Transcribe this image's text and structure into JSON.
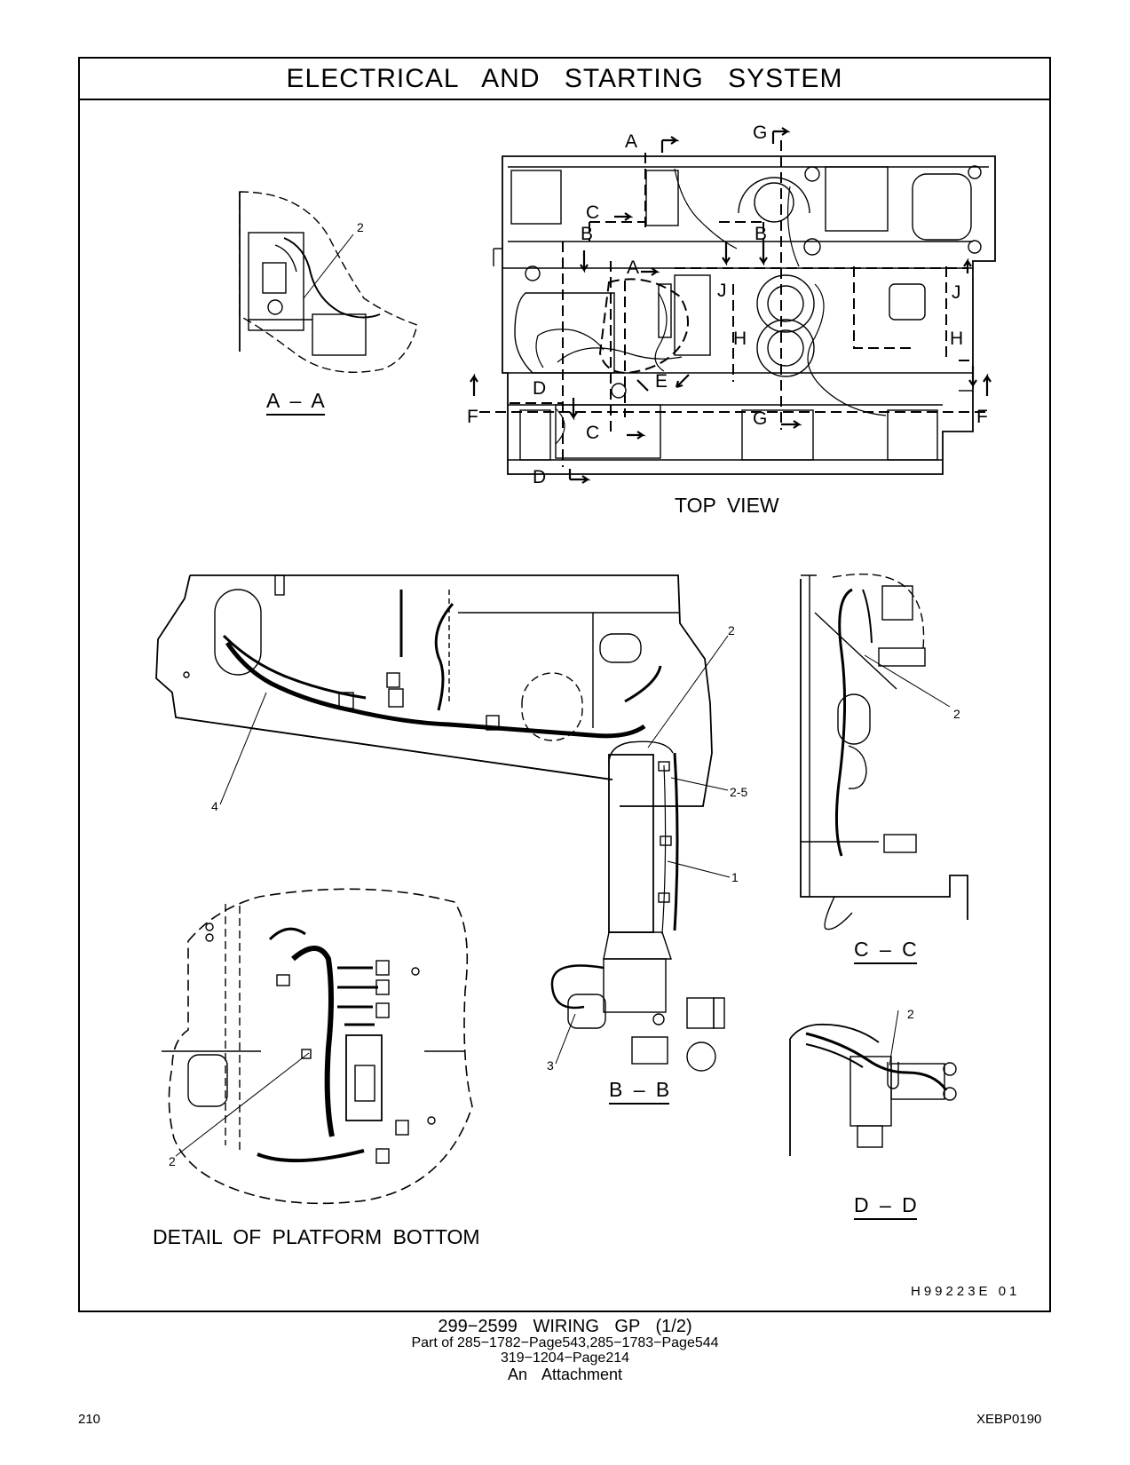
{
  "header": {
    "title": "ELECTRICAL AND STARTING SYSTEM"
  },
  "views": {
    "top_view": "TOP VIEW",
    "aa": "A – A",
    "bb": "B – B",
    "cc": "C – C",
    "dd": "D – D",
    "platform": "DETAIL OF PLATFORM BOTTOM"
  },
  "section_letters": {
    "a": "A",
    "b": "B",
    "c": "C",
    "d": "D",
    "e": "E",
    "f": "F",
    "g": "G",
    "h": "H",
    "j": "J"
  },
  "callouts": {
    "c1": "1",
    "c2": "2",
    "c3": "3",
    "c4": "4",
    "c25": "2-5"
  },
  "illustration_id": "H99223E    01",
  "caption": {
    "main": "299−2599  WIRING  GP (1/2)",
    "line2": "Part of 285−1782−Page543,285−1783−Page544",
    "line3": "319−1204−Page214",
    "line4": "An Attachment"
  },
  "footer": {
    "page_number": "210",
    "doc_code": "XEBP0190"
  }
}
